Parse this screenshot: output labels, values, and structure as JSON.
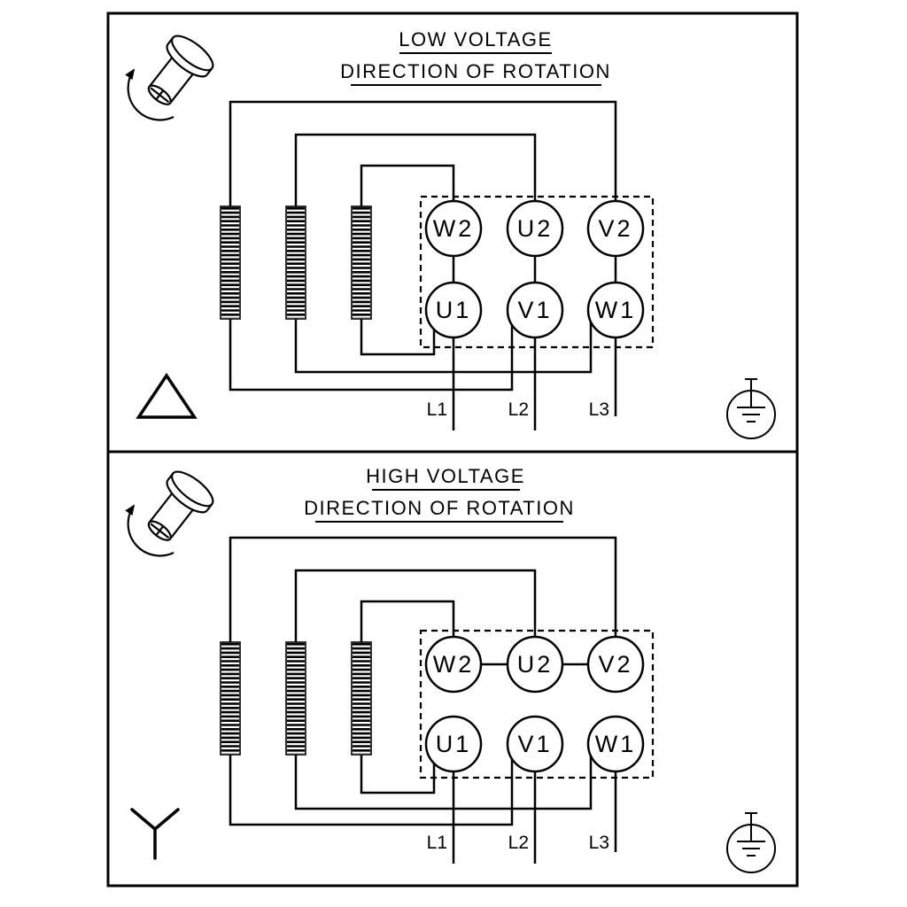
{
  "page": {
    "background": "#ffffff",
    "line_color": "#000000"
  },
  "panels": [
    {
      "title": "LOW VOLTAGE",
      "subtitle": "DIRECTION OF ROTATION",
      "connection_symbol": "delta",
      "terminals_top": [
        "W2",
        "U2",
        "V2"
      ],
      "terminals_bottom": [
        "U1",
        "V1",
        "W1"
      ],
      "line_labels": [
        "L1",
        "L2",
        "L3"
      ]
    },
    {
      "title": "HIGH VOLTAGE",
      "subtitle": "DIRECTION OF ROTATION",
      "connection_symbol": "wye",
      "terminals_top": [
        "W2",
        "U2",
        "V2"
      ],
      "terminals_bottom": [
        "U1",
        "V1",
        "W1"
      ],
      "line_labels": [
        "L1",
        "L2",
        "L3"
      ]
    }
  ]
}
